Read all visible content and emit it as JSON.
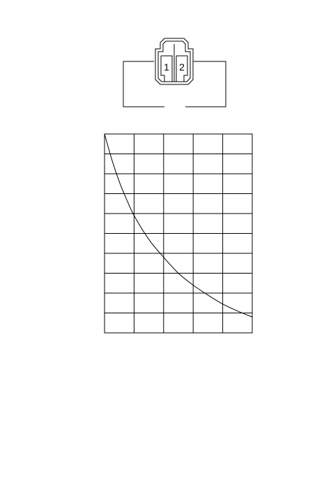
{
  "connector": {
    "pins": [
      {
        "label": "1"
      },
      {
        "label": "2"
      }
    ]
  },
  "chart_data": {
    "type": "line",
    "title": "",
    "xlabel": "",
    "ylabel": "",
    "grid": true,
    "grid_columns": 5,
    "grid_rows": 10,
    "xlim": [
      0,
      5
    ],
    "ylim": [
      0,
      10
    ],
    "x_ticks": [],
    "y_ticks": [],
    "series": [
      {
        "x": [
          0,
          0.25,
          0.5,
          0.75,
          1.0,
          1.5,
          2.0,
          2.5,
          3.0,
          3.5,
          4.0,
          4.5,
          5.0
        ],
        "y": [
          10.0,
          8.7,
          7.6,
          6.7,
          5.9,
          4.7,
          3.8,
          3.0,
          2.4,
          1.9,
          1.45,
          1.1,
          0.8
        ]
      }
    ]
  }
}
